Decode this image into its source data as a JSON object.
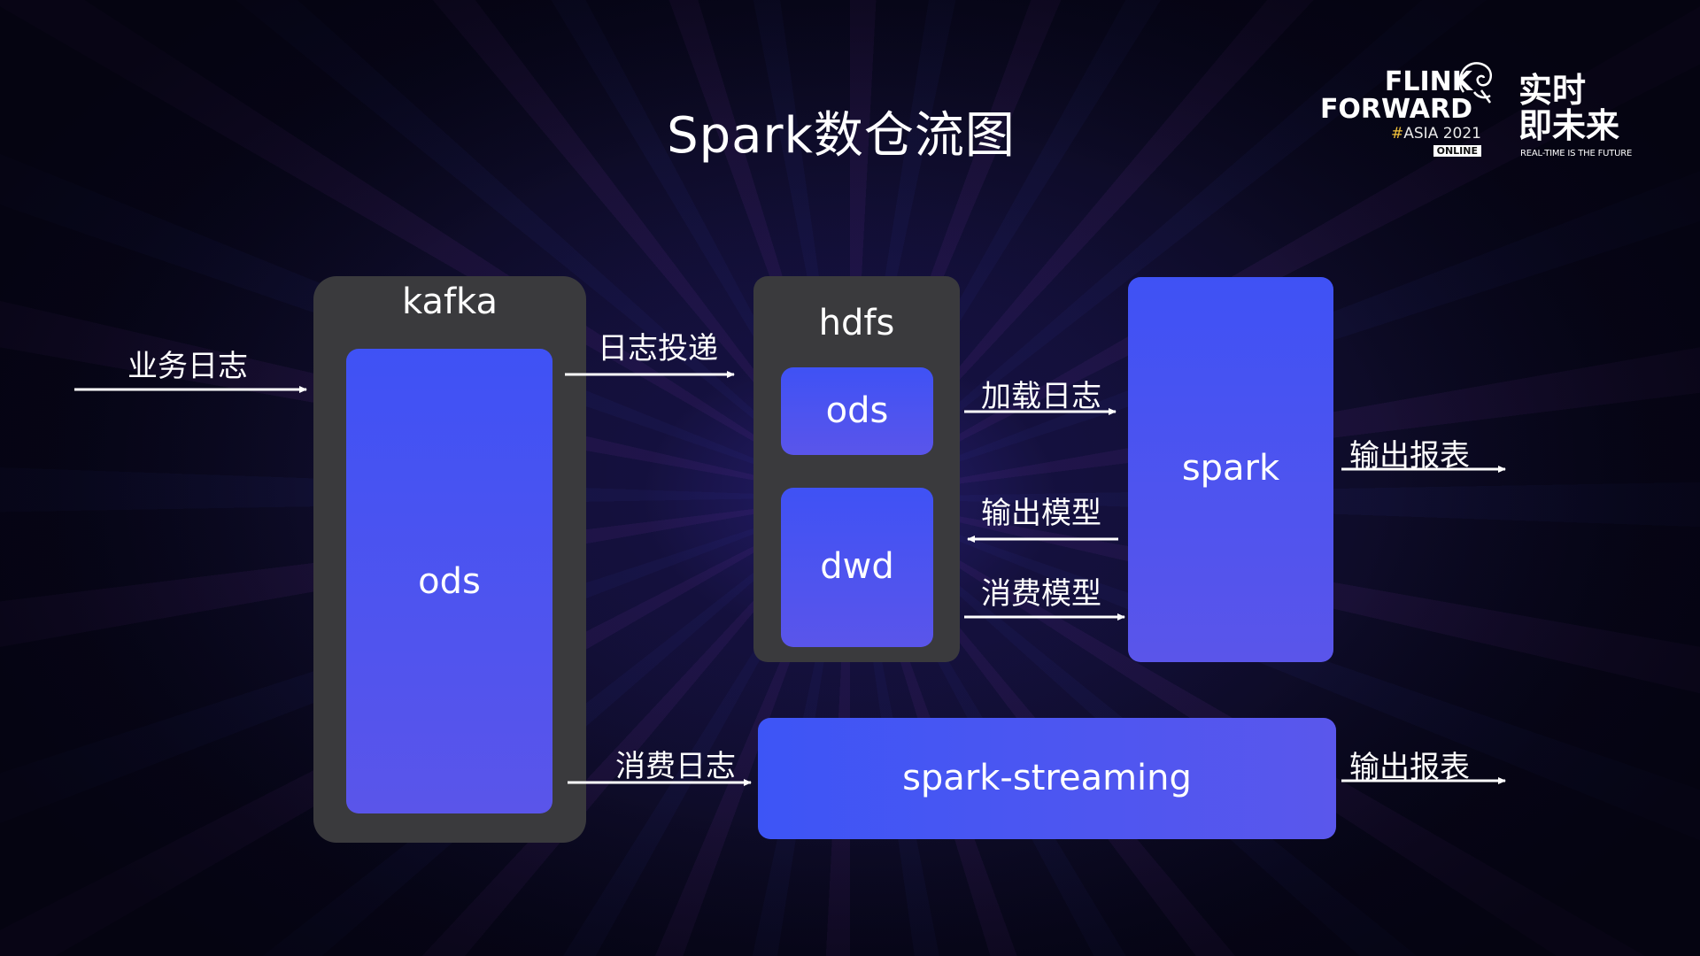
{
  "title": "Spark数仓流图",
  "logo": {
    "line1": "FLINK",
    "line2": "FORWARD",
    "hash": "#",
    "edition": "ASIA 2021",
    "badge": "ONLINE",
    "cn_line1": "实时",
    "cn_line2": "即未来",
    "tagline": "REAL-TIME IS THE FUTURE"
  },
  "nodes": {
    "kafka": {
      "label": "kafka",
      "inner": "ods"
    },
    "hdfs": {
      "label": "hdfs",
      "inner_top": "ods",
      "inner_bottom": "dwd"
    },
    "spark": {
      "label": "spark"
    },
    "spark_streaming": {
      "label": "spark-streaming"
    }
  },
  "edges": {
    "business_log": "业务日志",
    "log_delivery": "日志投递",
    "load_log": "加载日志",
    "output_model": "输出模型",
    "consume_model": "消费模型",
    "consume_log": "消费日志",
    "output_report_1": "输出报表",
    "output_report_2": "输出报表"
  },
  "colors": {
    "container_gray": "#3a3a3d",
    "node_blue": "#4353f3",
    "background": "#0b0a1f"
  }
}
